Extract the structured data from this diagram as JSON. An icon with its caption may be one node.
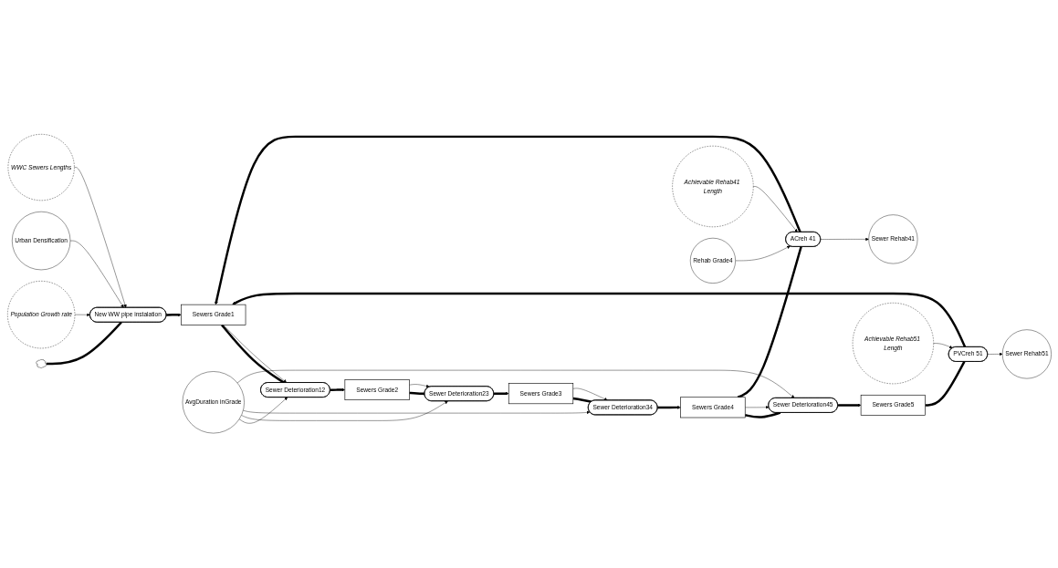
{
  "diagram": {
    "nodes": [
      {
        "text": [],
        "shape": "cloud"
      },
      {
        "text": [
          "Population Growth rate"
        ]
      },
      {
        "text": [
          "New WW pipe instalation"
        ]
      },
      {
        "text": [
          "Urban Densification"
        ]
      },
      {
        "text": [
          "WWC Sewers Lengths"
        ]
      },
      {
        "text": [
          "Sewers Grade1"
        ]
      },
      {
        "text": [
          "Sewer Deterioration12"
        ]
      },
      {
        "text": [
          "AvgDuration inGrade"
        ]
      },
      {
        "text": [
          "Sewers Grade2"
        ]
      },
      {
        "text": [
          "Sewer Deterioration23"
        ]
      },
      {
        "text": [
          "Sewers Grade3"
        ]
      },
      {
        "text": [
          "Sewer Deterioration34"
        ]
      },
      {
        "text": [
          "Sewers Grade4"
        ]
      },
      {
        "text": [
          "Sewer Deterioration45"
        ]
      },
      {
        "text": [
          "Sewers Grade5"
        ]
      },
      {
        "text": [
          "ACreh 41"
        ]
      },
      {
        "text": [
          "Achievable Rehab41 Length"
        ]
      },
      {
        "text": [
          "Rehab Grade4"
        ]
      },
      {
        "text": [
          "Sewer Rehab41"
        ]
      },
      {
        "text": [
          "PVCreh 51"
        ]
      },
      {
        "text": [
          "Achievable Rehab51 Length"
        ]
      },
      {
        "text": [
          "Sewer Rehab51"
        ]
      }
    ],
    "edges": [
      {
        "from": 0,
        "to": 2,
        "arrow": "none",
        "style": "thick"
      },
      {
        "from": 2,
        "to": 5,
        "arrow": "to",
        "style": "thick"
      },
      {
        "from": 1,
        "to": 2,
        "arrow": "to"
      },
      {
        "from": 3,
        "to": 2,
        "arrow": "to"
      },
      {
        "from": 4,
        "to": 2,
        "arrow": "to"
      },
      {
        "from": 5,
        "to": 6,
        "arrow": "none",
        "style": "thick"
      },
      {
        "from": 6,
        "to": 8,
        "arrow": "to",
        "style": "thick"
      },
      {
        "from": 5,
        "to": 6,
        "arrow": "to"
      },
      {
        "from": 7,
        "to": 6,
        "arrow": "to"
      },
      {
        "from": 8,
        "to": 9,
        "arrow": "none",
        "style": "thick"
      },
      {
        "from": 9,
        "to": 10,
        "arrow": "to",
        "style": "thick"
      },
      {
        "from": 8,
        "to": 9,
        "arrow": "to"
      },
      {
        "from": 7,
        "to": 9,
        "arrow": "to"
      },
      {
        "from": 10,
        "to": 11,
        "arrow": "none",
        "style": "thick"
      },
      {
        "from": 11,
        "to": 12,
        "arrow": "to",
        "style": "thick"
      },
      {
        "from": 10,
        "to": 11,
        "arrow": "to"
      },
      {
        "from": 7,
        "to": 11,
        "arrow": "to"
      },
      {
        "from": 12,
        "to": 13,
        "arrow": "none",
        "style": "thick"
      },
      {
        "from": 13,
        "to": 14,
        "arrow": "to",
        "style": "thick"
      },
      {
        "from": 12,
        "to": 13,
        "arrow": "to"
      },
      {
        "from": 7,
        "to": 13,
        "arrow": "to"
      },
      {
        "from": 12,
        "to": 15,
        "arrow": "none",
        "style": "thick"
      },
      {
        "from": 15,
        "to": 5,
        "arrow": "to",
        "style": "thick"
      },
      {
        "from": 16,
        "to": 15,
        "arrow": "to"
      },
      {
        "from": 17,
        "to": 15,
        "arrow": "to"
      },
      {
        "from": 15,
        "to": 18,
        "arrow": "to"
      },
      {
        "from": 14,
        "to": 19,
        "arrow": "none",
        "style": "thick"
      },
      {
        "from": 19,
        "to": 5,
        "arrow": "to",
        "style": "thick"
      },
      {
        "from": 20,
        "to": 19,
        "arrow": "to"
      },
      {
        "from": 19,
        "to": 21,
        "arrow": "to"
      }
    ]
  }
}
